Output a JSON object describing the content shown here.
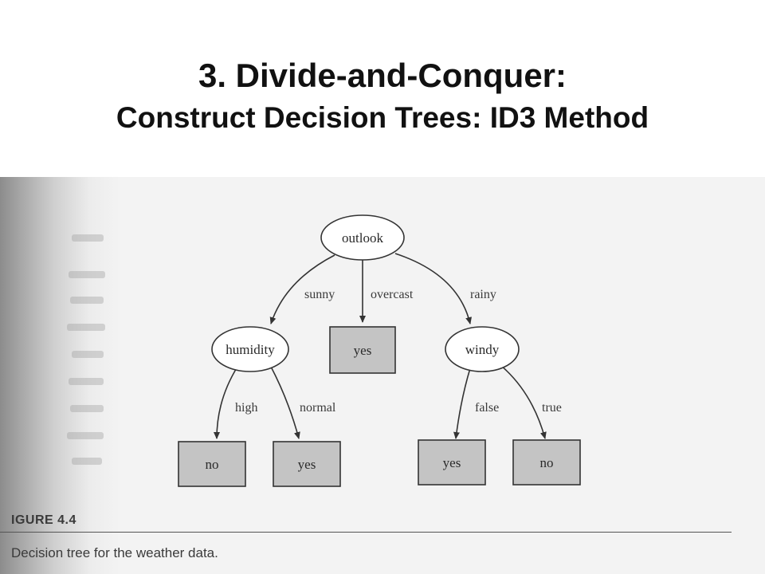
{
  "title": {
    "line1": "3. Divide-and-Conquer:",
    "line2": "Construct Decision Trees: ID3 Method"
  },
  "tree": {
    "nodes": {
      "outlook": "outlook",
      "humidity": "humidity",
      "windy": "windy",
      "leaf_overcast": "yes",
      "leaf_high": "no",
      "leaf_normal": "yes",
      "leaf_false": "yes",
      "leaf_true": "no"
    },
    "edges": {
      "sunny": "sunny",
      "overcast": "overcast",
      "rainy": "rainy",
      "high": "high",
      "normal": "normal",
      "false": "false",
      "true": "true"
    }
  },
  "figure": {
    "label": "IGURE 4.4",
    "caption": "Decision tree for the weather data."
  },
  "colors": {
    "leaf_fill": "#c4c4c4",
    "node_fill": "#ffffff",
    "stroke": "#333333"
  }
}
